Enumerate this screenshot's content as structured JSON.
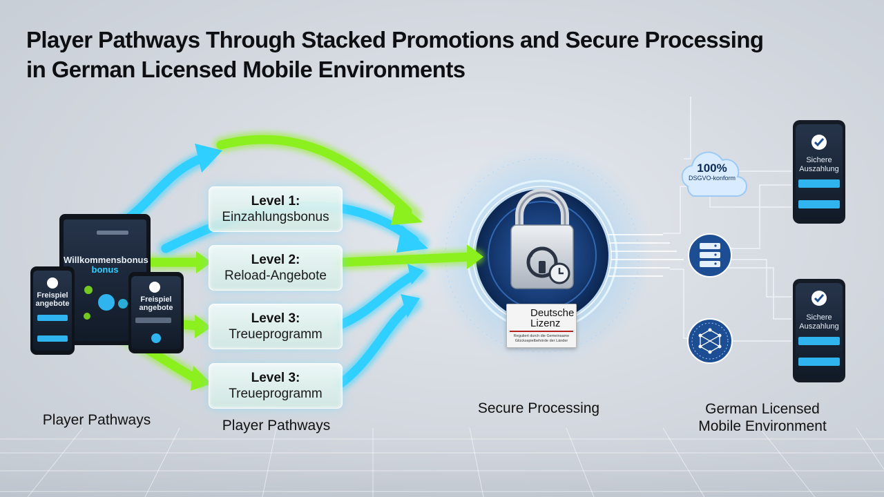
{
  "title": {
    "line1": "Player Pathways Through Stacked Promotions and Secure Processing",
    "line2": "in German Licensed Mobile Environments"
  },
  "devices": {
    "tablet_text_line1": "Willkommensbonus",
    "tablet_text_line2": "bonus",
    "left_phone_line1": "Freispiel",
    "left_phone_line2": "angebote",
    "right_phone_line1": "Freispiel",
    "right_phone_line2": "angebote"
  },
  "levels": [
    {
      "level": "Level 1:",
      "name": "Einzahlungsbonus"
    },
    {
      "level": "Level 2:",
      "name": "Reload-Angebote"
    },
    {
      "level": "Level 3:",
      "name": "Treueprogramm"
    },
    {
      "level": "Level 3:",
      "name": "Treueprogramm"
    }
  ],
  "license": {
    "line1": "Deutsche",
    "line2": "Lizenz",
    "fine_print": "Reguliert durch die Gemeinsame Glücksspielbehörde der Länder"
  },
  "cloud": {
    "percent": "100%",
    "label": "DSGVO-konform"
  },
  "phones_right": [
    {
      "line1": "Sichere",
      "line2": "Auszahlung"
    },
    {
      "line1": "Sichere",
      "line2": "Auszahlung"
    }
  ],
  "captions": {
    "left": "Player Pathways",
    "middle": "Player Pathways",
    "secure": "Secure Processing",
    "env_line1": "German Licensed",
    "env_line2": "Mobile Environment"
  },
  "colors": {
    "cyan_arrow": "#2fd0ff",
    "green_arrow": "#8cf01e",
    "lock_glow": "#3aa8ff",
    "device_dark": "#1b2330"
  },
  "icons": {
    "lock": "padlock-icon",
    "server": "server-icon",
    "network": "network-globe-icon",
    "cloud": "cloud-icon",
    "shield": "shield-check-icon",
    "eagle": "german-eagle-icon"
  }
}
